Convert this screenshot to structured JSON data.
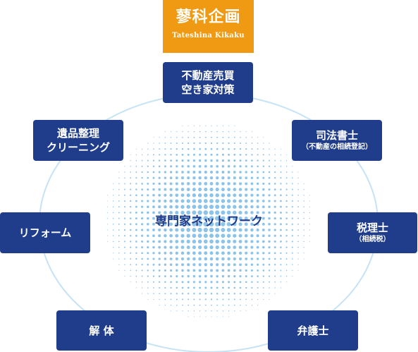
{
  "logo": {
    "name": "蓼科企画",
    "subtitle": "Tateshina Kikaku"
  },
  "center": {
    "label": "専門家ネットワーク"
  },
  "nodes": {
    "real_estate": {
      "line1": "不動産売買",
      "line2": "空き家対策"
    },
    "judicial_scrivener": {
      "line1": "司法書士",
      "sub": "（不動産の相続登記）"
    },
    "tax_accountant": {
      "line1": "税理士",
      "sub": "（相続税）"
    },
    "lawyer": {
      "line1": "弁護士"
    },
    "demolition": {
      "line1": "解 体"
    },
    "reform": {
      "line1": "リフォーム"
    },
    "estate_cleaning": {
      "line1": "遺品整理",
      "line2": "クリーニング"
    }
  },
  "colors": {
    "node_fill": "#1f3d8a",
    "logo_fill": "#ef9a12",
    "ring": "#c6e2f5",
    "halftone": "#8cc3ea"
  }
}
